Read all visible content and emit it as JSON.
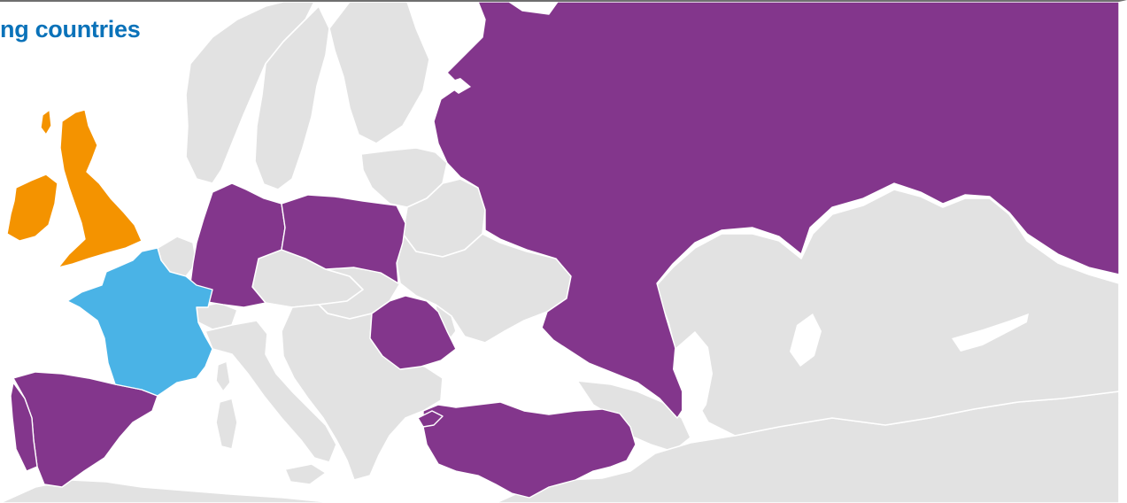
{
  "title": "ng countries",
  "colors": {
    "title": "#0a72b9",
    "background_country": "#e2e2e2",
    "sea": "#ffffff",
    "purple_group": "#83368c",
    "orange_group": "#f49300",
    "blue_group": "#4ab3e6"
  },
  "regions": {
    "united_kingdom_ireland": "orange_group",
    "france": "blue_group",
    "spain_portugal": "purple_group",
    "germany": "purple_group",
    "poland": "purple_group",
    "romania": "purple_group",
    "turkey": "purple_group",
    "russia": "purple_group"
  }
}
